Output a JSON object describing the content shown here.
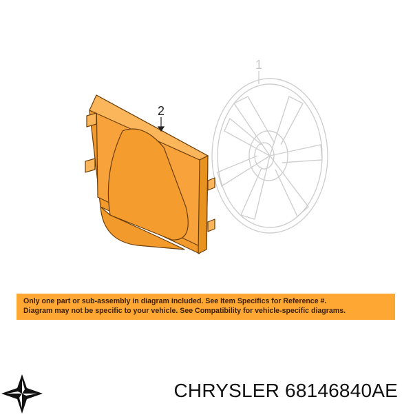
{
  "diagram": {
    "callouts": [
      {
        "id": "1",
        "label": "1"
      },
      {
        "id": "2",
        "label": "2"
      }
    ],
    "colors": {
      "highlight_part": "#f7a23a",
      "highlight_part_light": "#fbb55b",
      "outline": "#6b3e09",
      "ghost_outline": "#cfcfcf"
    }
  },
  "disclaimer": {
    "line1": "Only one part or sub-assembly in diagram included. See Item Specifics for Reference #.",
    "line2": "Diagram may not be specific to your vehicle. See Compatibility for vehicle-specific diagrams.",
    "background": "#ffa733"
  },
  "footer": {
    "brand_icon": "chrysler-star-icon",
    "caption": "CHRYSLER 68146840AE"
  }
}
